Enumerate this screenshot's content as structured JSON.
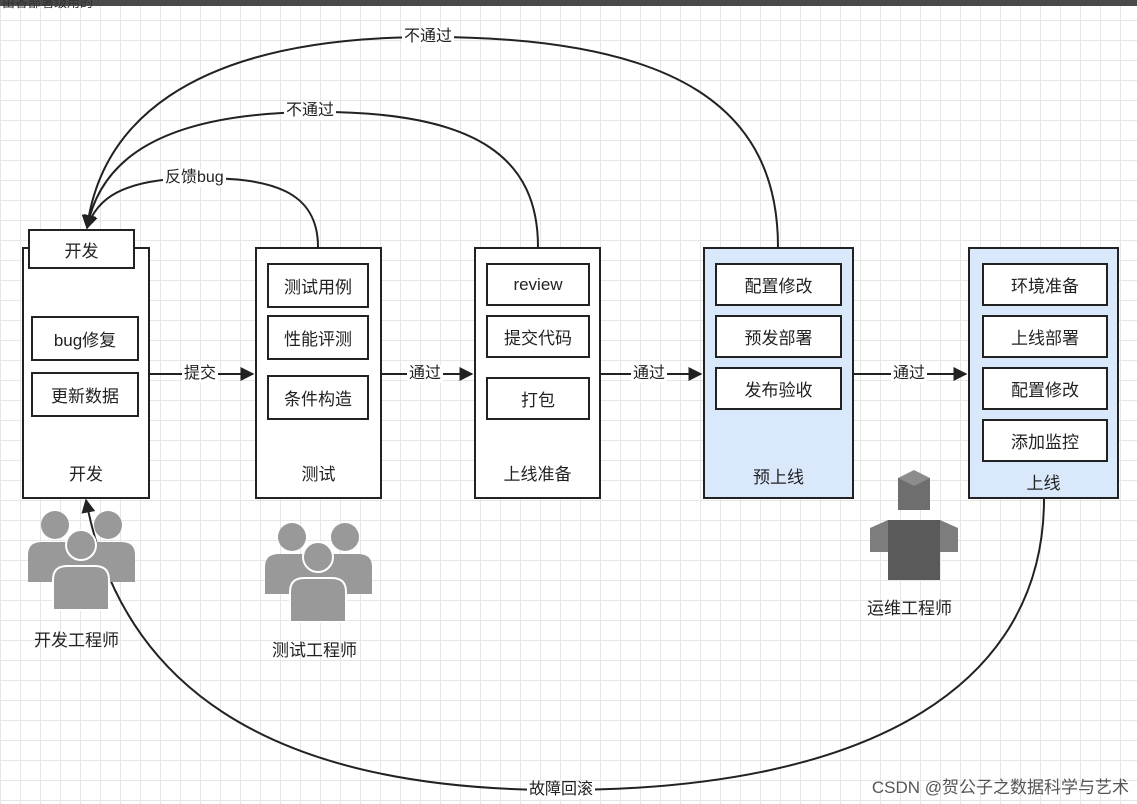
{
  "top_fragment": "由各部署级用的",
  "stages": {
    "dev": {
      "header": "开发",
      "items": [
        "bug修复",
        "更新数据"
      ],
      "label": "开发"
    },
    "test": {
      "items": [
        "测试用例",
        "性能评测",
        "条件构造"
      ],
      "label": "测试"
    },
    "release_prep": {
      "items": [
        "review",
        "提交代码",
        "打包"
      ],
      "label": "上线准备"
    },
    "pre_release": {
      "items": [
        "配置修改",
        "预发部署",
        "发布验收"
      ],
      "label": "预上线"
    },
    "release": {
      "items": [
        "环境准备",
        "上线部署",
        "配置修改",
        "添加监控"
      ],
      "label": "上线"
    }
  },
  "edges": {
    "submit": "提交",
    "pass_1": "通过",
    "pass_2": "通过",
    "pass_3": "通过",
    "feedback_bug": "反馈bug",
    "fail_review": "不通过",
    "fail_pre_release": "不通过",
    "rollback": "故障回滚"
  },
  "roles": {
    "dev": "开发工程师",
    "test": "测试工程师",
    "ops": "运维工程师"
  },
  "colors": {
    "stage_blue": "#dae8fc",
    "line": "#222222",
    "person_icon": "#999999",
    "ops_icon": "#6e6e6e"
  },
  "watermark": "CSDN @贺公子之数据科学与艺术"
}
